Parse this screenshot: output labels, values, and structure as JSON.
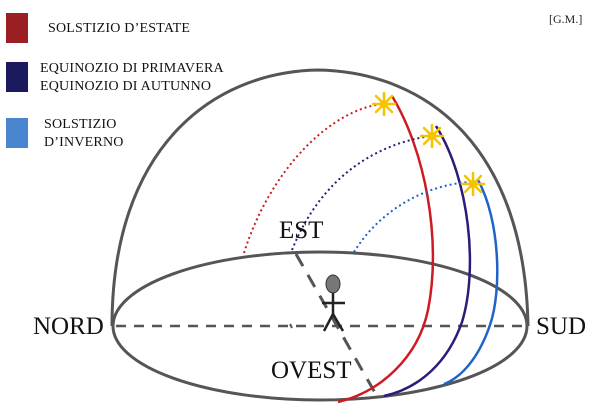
{
  "credit": "[G.M.]",
  "legend": [
    {
      "id": "summer",
      "lines": [
        "SOLSTIZIO D’ESTATE"
      ],
      "color": "#9a1f22"
    },
    {
      "id": "equinox",
      "lines": [
        "EQUINOZIO DI PRIMAVERA",
        "EQUINOZIO DI AUTUNNO"
      ],
      "color": "#1c1a5e"
    },
    {
      "id": "winter",
      "lines": [
        "SOLSTIZIO",
        "D’INVERNO"
      ],
      "color": "#4a86cf"
    }
  ],
  "directions": {
    "north": "NORD",
    "south": "SUD",
    "east": "EST",
    "west": "OVEST"
  },
  "colors": {
    "dome": "#555555",
    "summer_path": "#d01a22",
    "equinox_path": "#2b1b7a",
    "winter_path": "#1f63c6",
    "sun": "#f5c400",
    "observer": "#777777"
  },
  "icons": {
    "sun": "sun-icon",
    "observer": "observer-figure-icon"
  }
}
